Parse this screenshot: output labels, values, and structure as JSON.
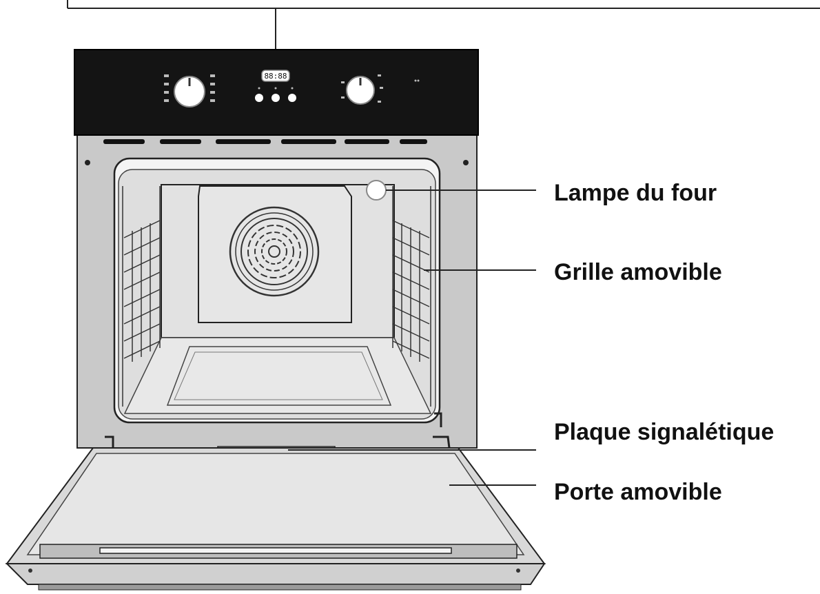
{
  "labels": {
    "lamp": "Lampe du four",
    "grille": "Grille amovible",
    "plaque": "Plaque signalétique",
    "porte": "Porte amovible"
  },
  "control_panel": {
    "display_readout": "88:88"
  },
  "colors": {
    "panel": "#141414",
    "cavity": "#dedede",
    "frame": "#c8c8c8",
    "line": "#222222"
  }
}
